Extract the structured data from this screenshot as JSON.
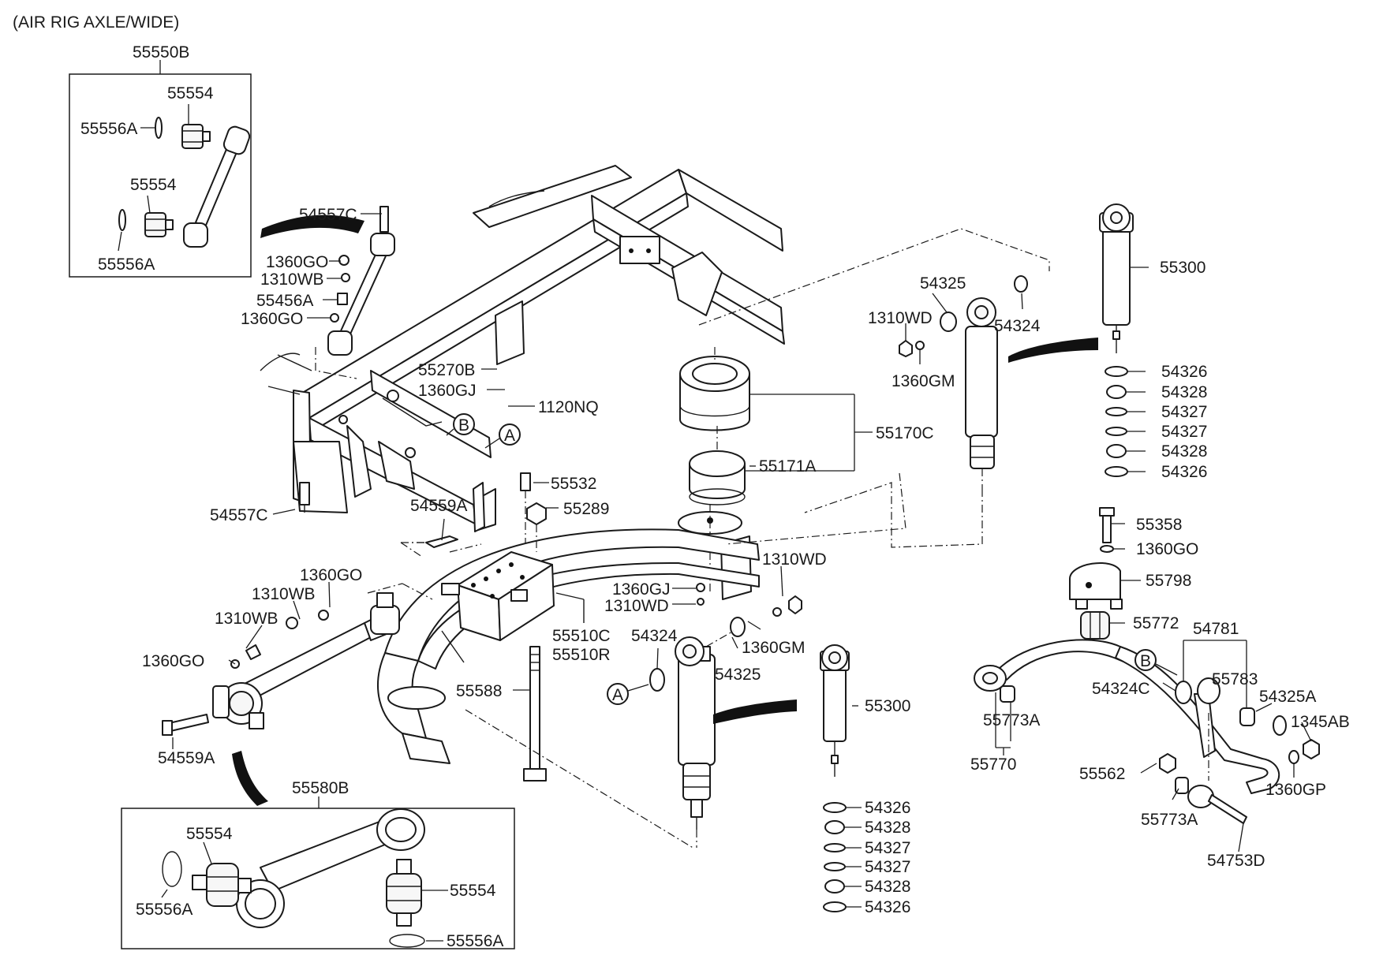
{
  "header": {
    "title": "(AIR RIG AXLE/WIDE)"
  },
  "labels": {
    "l55550B": "55550B",
    "l55554a": "55554",
    "l55556Aa": "55556A",
    "l55554b": "55554",
    "l55556Ab": "55556A",
    "l54557Ca": "54557C",
    "l1360GOa": "1360GO",
    "l1310WBa": "1310WB",
    "l55456A": "55456A",
    "l1360GOb": "1360GO",
    "l55270B": "55270B",
    "l1360GJa": "1360GJ",
    "l1120NQ": "1120NQ",
    "l54557Cb": "54557C",
    "l54559Aa": "54559A",
    "l55532": "55532",
    "l55289": "55289",
    "l1360GOc": "1360GO",
    "l1310WBb": "1310WB",
    "l1310WBc": "1310WB",
    "l1360GOd": "1360GO",
    "l54559Ab": "54559A",
    "l55588": "55588",
    "l55510C": "55510C",
    "l55510R": "55510R",
    "l1360GJb": "1360GJ",
    "l1310WDa": "1310WD",
    "l1310WDb": "1310WD",
    "l1360GMa": "1360GM",
    "l54324a": "54324",
    "l54325a": "54325",
    "l55300a": "55300",
    "l54326a": "54326",
    "l54328a": "54328",
    "l54327a": "54327",
    "l54327b": "54327",
    "l54328b": "54328",
    "l54326b": "54326",
    "l55170C": "55170C",
    "l55171A": "55171A",
    "l54325b": "54325",
    "l1310WDc": "1310WD",
    "l54324b": "54324",
    "l1360GMb": "1360GM",
    "l55300b": "55300",
    "l54326c": "54326",
    "l54328c": "54328",
    "l54327c": "54327",
    "l54327d": "54327",
    "l54328d": "54328",
    "l54326d": "54326",
    "l55358": "55358",
    "l1360GOe": "1360GO",
    "l55798": "55798",
    "l55772": "55772",
    "l54781": "54781",
    "l55783": "55783",
    "l54324C": "54324C",
    "l54325A": "54325A",
    "l1345AB": "1345AB",
    "l55773Aa": "55773A",
    "l55770": "55770",
    "l55562": "55562",
    "l55773Ab": "55773A",
    "l1360GP": "1360GP",
    "l54753D": "54753D",
    "l55580B": "55580B",
    "l55554c": "55554",
    "l55556Ac": "55556A",
    "l55554d": "55554",
    "l55556Ad": "55556A",
    "refA1": "A",
    "refB1": "B",
    "refA2": "A",
    "refB2": "B"
  }
}
